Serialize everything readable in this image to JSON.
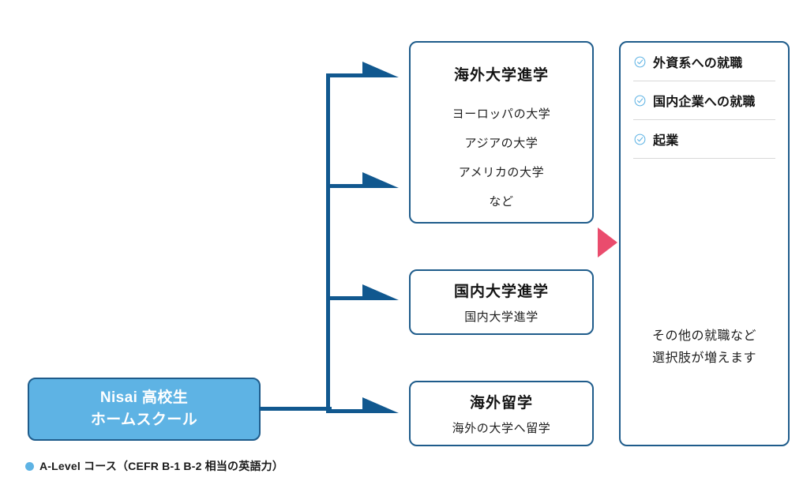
{
  "source": {
    "name": "source-node",
    "line1": "Nisai 高校生",
    "line2": "ホームスクール",
    "fill_color": "#5eb3e4",
    "border_color": "#1f5c8b",
    "text_color": "#ffffff"
  },
  "connector": {
    "color": "#11588f",
    "branch_count": 4
  },
  "transition_arrow": {
    "name": "red-transition-arrow",
    "color": "#ea4c6d"
  },
  "cards": [
    {
      "id": "overseas-univ",
      "title": "海外大学進学",
      "items": [
        "ヨーロッパの大学",
        "アジアの大学",
        "アメリカの大学",
        "など"
      ]
    },
    {
      "id": "domestic-univ",
      "title": "国内大学進学",
      "items": [
        "国内大学進学"
      ]
    },
    {
      "id": "study-abroad",
      "title": "海外留学",
      "items": [
        "海外の大学へ留学"
      ]
    }
  ],
  "outcomes_panel": {
    "icon_name": "check-circle-icon",
    "icon_color": "#5eb3e4",
    "divider_color": "#d9d9d9",
    "items": [
      {
        "label": "外資系への就職"
      },
      {
        "label": "国内企業への就職"
      },
      {
        "label": "起業"
      }
    ],
    "note_line1": "その他の就職など",
    "note_line2": "選択肢が増えます"
  },
  "legend": {
    "dot_color": "#5eb3e4",
    "text": "A-Level コース（CEFR B-1 B-2 相当の英語力）"
  }
}
